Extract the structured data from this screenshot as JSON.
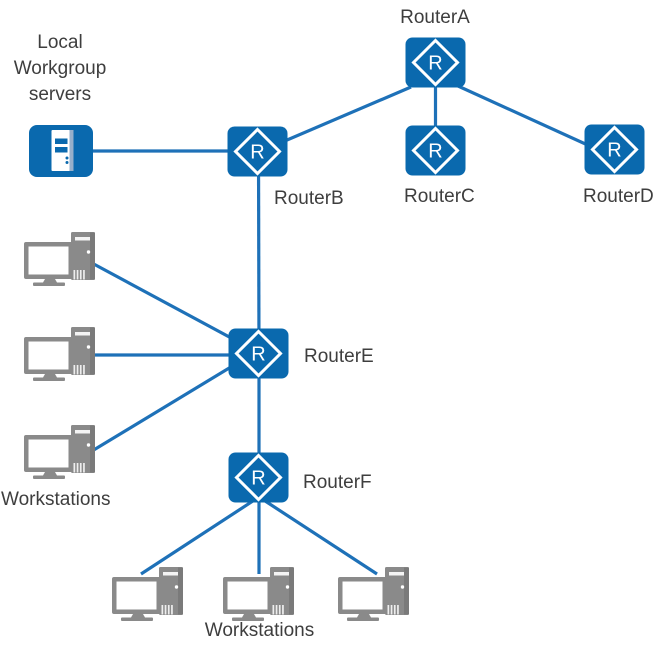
{
  "diagram": {
    "router_glyph": "R",
    "nodes": {
      "routerA": {
        "label": "RouterA",
        "type": "router"
      },
      "routerB": {
        "label": "RouterB",
        "type": "router"
      },
      "routerC": {
        "label": "RouterC",
        "type": "router"
      },
      "routerD": {
        "label": "RouterD",
        "type": "router"
      },
      "routerE": {
        "label": "RouterE",
        "type": "router"
      },
      "routerF": {
        "label": "RouterF",
        "type": "router"
      },
      "local_servers": {
        "label": "Local Workgroup servers",
        "type": "server",
        "count": 1
      },
      "workstations_left": {
        "label": "Workstations",
        "type": "workstation-group",
        "count": 3
      },
      "workstations_bottom": {
        "label": "Workstations",
        "type": "workstation-group",
        "count": 3
      }
    },
    "connections": [
      {
        "from": "RouterA",
        "to": "RouterB"
      },
      {
        "from": "RouterA",
        "to": "RouterC"
      },
      {
        "from": "RouterA",
        "to": "RouterD"
      },
      {
        "from": "Local Workgroup servers",
        "to": "RouterB"
      },
      {
        "from": "RouterB",
        "to": "RouterE"
      },
      {
        "from": "Workstation left 1",
        "to": "RouterE"
      },
      {
        "from": "Workstation left 2",
        "to": "RouterE"
      },
      {
        "from": "Workstation left 3",
        "to": "RouterE"
      },
      {
        "from": "RouterE",
        "to": "RouterF"
      },
      {
        "from": "RouterF",
        "to": "Workstation bottom 1"
      },
      {
        "from": "RouterF",
        "to": "Workstation bottom 2"
      },
      {
        "from": "RouterF",
        "to": "Workstation bottom 3"
      }
    ],
    "colors": {
      "node_blue": "#0A69AE",
      "line_blue": "#1E71B8",
      "device_gray": "#8A8A8A",
      "device_gray_dark": "#7A7A7A",
      "server_shade": "#96AFCB",
      "label_gray": "#3E3E3E"
    }
  }
}
